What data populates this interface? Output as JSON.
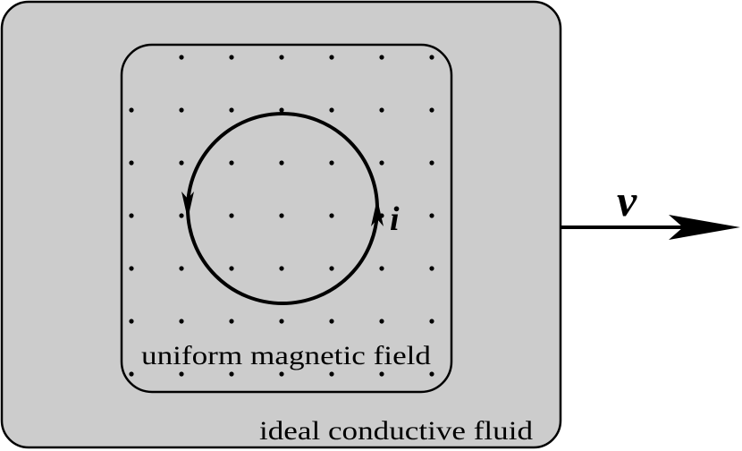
{
  "diagram": {
    "fluid_label": "ideal conductive fluid",
    "field_label": "uniform magnetic field",
    "velocity_symbol": "v",
    "current_symbol": "i",
    "colors": {
      "fluid_fill": "#cccccc",
      "outline": "#000000",
      "background": "#ffffff"
    }
  }
}
